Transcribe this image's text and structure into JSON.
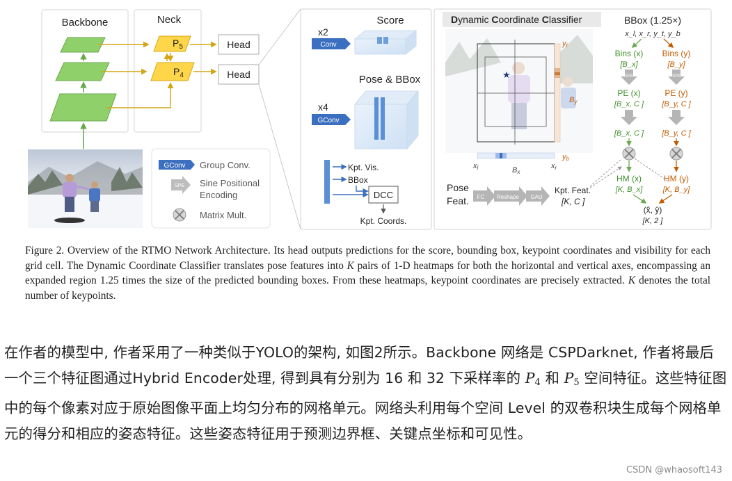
{
  "figure": {
    "backbone_label": "Backbone",
    "neck_label": "Neck",
    "p5": "P",
    "p5_sub": "5",
    "p4": "P",
    "p4_sub": "4",
    "head_label": "Head",
    "legend": {
      "gconv_tag": "GConv",
      "gconv_text": "Group Conv.",
      "spe_tag": "SPE",
      "spe_text_1": "Sine Positional",
      "spe_text_2": "Encoding",
      "matmul_text": "Matrix Mult."
    },
    "head_detail": {
      "score_label": "Score",
      "x2": "x2",
      "conv_tag": "Conv",
      "pose_bbox_label": "Pose & BBox",
      "x4": "x4",
      "gconv_tag": "GConv",
      "kpt_vis": "Kpt. Vis.",
      "bbox": "BBox",
      "dcc": "DCC",
      "kpt_coords": "Kpt. Coords."
    },
    "dcc": {
      "title_parts": [
        "D",
        "ynamic ",
        "C",
        "oordinate ",
        "C",
        "lassifier"
      ],
      "yt": "y",
      "yt_sub": "t",
      "yb": "y",
      "yb_sub": "b",
      "by": "B",
      "by_sub": "y",
      "xl": "x",
      "xl_sub": "l",
      "xr": "x",
      "xr_sub": "r",
      "bx": "B",
      "bx_sub": "x",
      "pose_feat_1": "Pose",
      "pose_feat_2": "Feat.",
      "fc": "FC",
      "reshape": "Reshape",
      "gau": "GAU",
      "kpt_feat": "Kpt. Feat.",
      "kpt_feat_shape": "[K, C ]"
    },
    "bbox_panel": {
      "title": "BBox (1.25×)",
      "coords": "x_l, x_r, y_t, y_b",
      "bins_x": "Bins (x)",
      "bins_x_shape": "[B_x]",
      "bins_y": "Bins (y)",
      "bins_y_shape": "[B_y]",
      "pe_x": "PE (x)",
      "pe_x_shape": "[B_x, C ]",
      "pe_y": "PE (y)",
      "pe_y_shape": "[B_y, C ]",
      "mid_x_shape": "[B_x, C ]",
      "mid_y_shape": "[B_y, C ]",
      "hm_x": "HM (x)",
      "hm_x_shape": "[K, B_x]",
      "hm_y": "HM (y)",
      "hm_y_shape": "[K, B_y]",
      "out": "(x̂, ŷ)",
      "out_shape": "[K, 2 ]",
      "spe_tag": "SPE"
    }
  },
  "caption": {
    "part1": "Figure 2.  Overview of the RTMO Network Architecture. Its head outputs predictions for the score, bounding box, keypoint coordinates and visibility for each grid cell. The Dynamic Coordinate Classifier translates pose features into ",
    "k1": "K",
    "part2": " pairs of 1-D heatmaps for both the horizontal and vertical axes, encompassing an expanded region 1.25 times the size of the predicted bounding boxes. From these heatmaps, keypoint coordinates are precisely extracted. ",
    "k2": "K",
    "part3": " denotes the total number of keypoints."
  },
  "article": {
    "t1": "在作者的模型中, 作者采用了一种类似于YOLO的架构, 如图2所示。Backbone 网络是 CSPDarknet, 作者将最后一个三个特征图通过Hybrid Encoder处理, 得到具有分别为 16 和 32 下采样率的 ",
    "p4": "P",
    "p4_sub": "4",
    "t2": " 和 ",
    "p5": "P",
    "p5_sub": "5",
    "t3": " 空间特征。这些特征图中的每个像素对应于原始图像平面上均匀分布的网格单元。网络头利用每个空间 Level 的双卷积块生成每个网格单元的得分和相应的姿态特征。这些姿态特征用于预测边界框、关键点坐标和可见性。"
  },
  "watermark": "CSDN @whaosoft143",
  "colors": {
    "green_plane": "#8fd06a",
    "yellow_plane": "#ffd64a",
    "blue_block": "#5b8fd6",
    "gray_arrow": "#a8a8a8",
    "green_text": "#3f8f2a",
    "orange_text": "#c25a00"
  }
}
